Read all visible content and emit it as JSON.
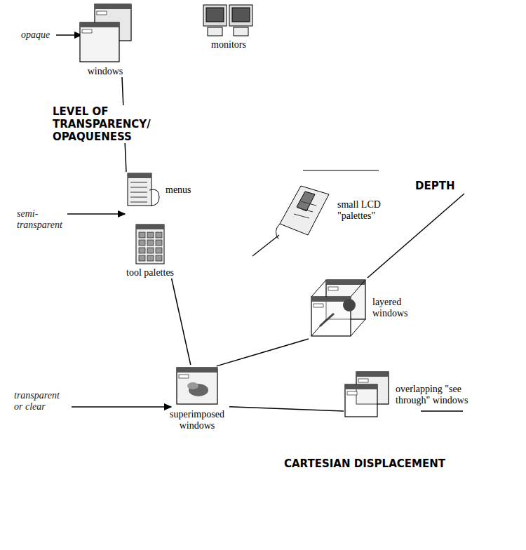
{
  "diagram": {
    "nodes": [
      {
        "text": [
          "windows"
        ]
      },
      {
        "text": [
          "monitors"
        ]
      },
      {
        "text": [
          "menus"
        ]
      },
      {
        "text": [
          "tool palettes"
        ]
      },
      {
        "text": [
          "small LCD \"palettes\""
        ]
      },
      {
        "text": [
          "layered windows"
        ]
      },
      {
        "text": [
          "superimposed windows"
        ]
      },
      {
        "text": [
          "overlapping \"see through\" windows"
        ]
      }
    ],
    "edges": [
      {
        "from": 0,
        "to": 2,
        "arrow": "none"
      },
      {
        "from": 3,
        "to": 6,
        "arrow": "none"
      },
      {
        "from": 6,
        "to": 5,
        "arrow": "none"
      },
      {
        "from": 6,
        "to": 7,
        "arrow": "none"
      }
    ],
    "labels": [
      "opaque",
      "LEVEL OF TRANSPARENCY/ OPAQUENESS",
      "semi-transparent",
      "DEPTH",
      "transparent or clear",
      "CARTESIAN DISPLACEMENT"
    ]
  }
}
